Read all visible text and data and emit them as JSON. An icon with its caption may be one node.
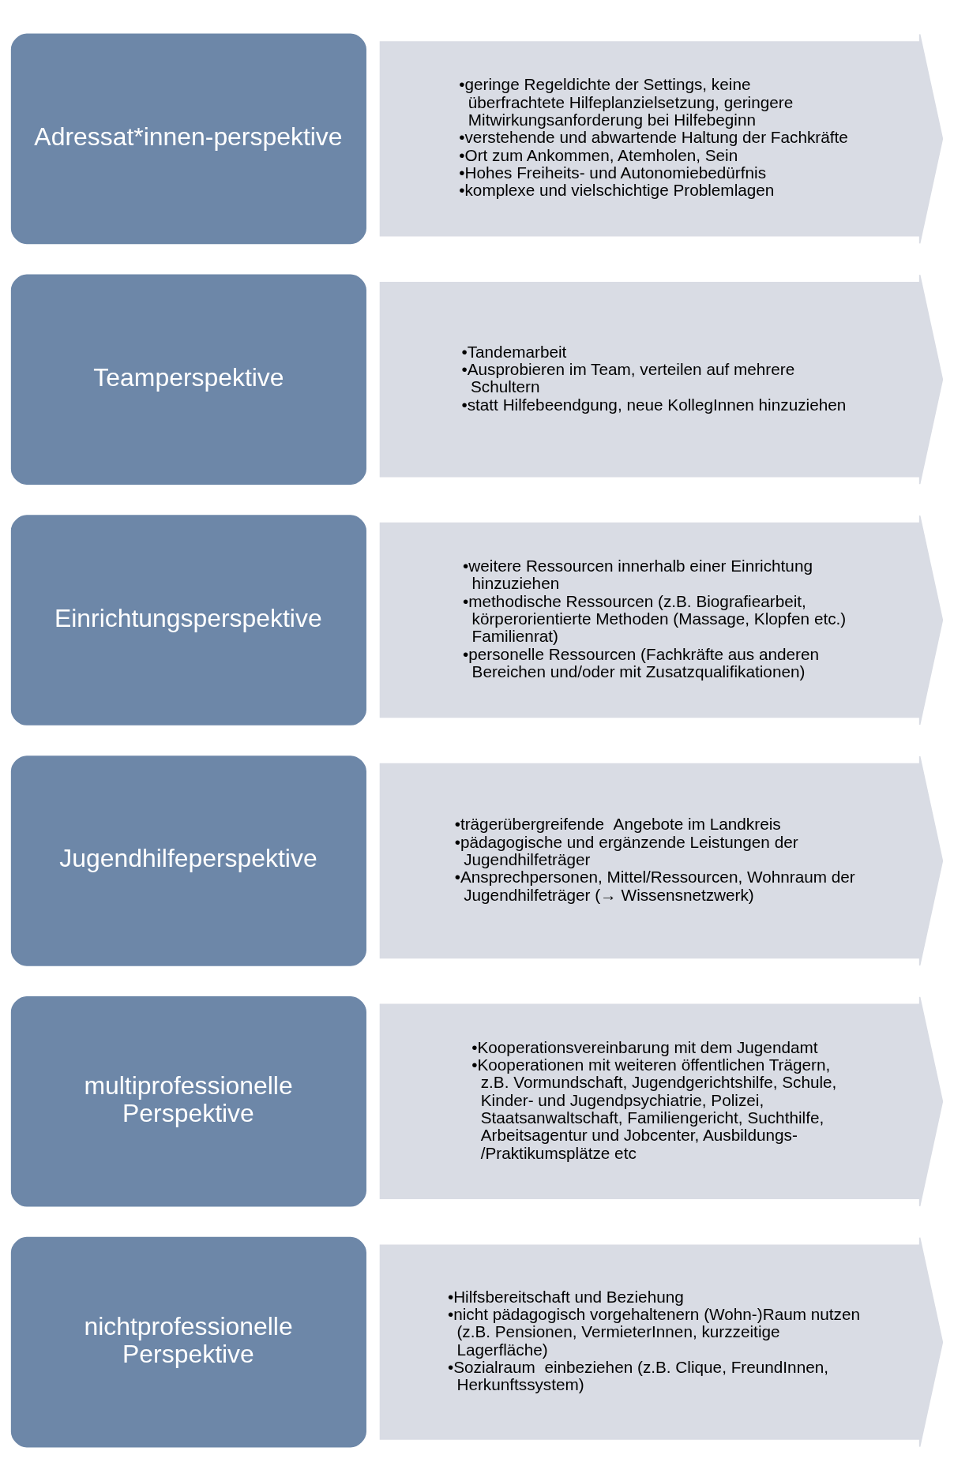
{
  "diagram": {
    "nodes": [
      {
        "text": [
          "Adressat*innen-perspektive"
        ]
      },
      {
        "text": [
          "•geringe Regeldichte der Settings, keine überfrachtete Hilfeplanzielsetzung, geringere Mitwirkungsanforderung bei Hilfebeginn",
          "•verstehende und abwartende Haltung der Fachkräfte",
          "•Ort zum Ankommen, Atemholen, Sein",
          "•Hohes Freiheits- und Autonomiebedürfnis",
          "•komplexe und vielschichtige Problemlagen"
        ]
      },
      {
        "text": [
          "Teamperspektive"
        ]
      },
      {
        "text": [
          "•Tandemarbeit",
          "•Ausprobieren im Team, verteilen auf mehrere Schultern",
          "•statt Hilfebeendgung, neue KollegInnen hinzuziehen"
        ]
      },
      {
        "text": [
          "Einrichtungsperspektive"
        ]
      },
      {
        "text": [
          "•weitere Ressourcen innerhalb einer Einrichtung hinzuziehen",
          "•methodische Ressourcen (z.B. Biografiearbeit, körperorientierte Methoden (Massage, Klopfen etc.) Familienrat)",
          "•personelle Ressourcen (Fachkräfte aus anderen Bereichen und/oder mit Zusatzqualifikationen)"
        ]
      },
      {
        "text": [
          "Jugendhilfeperspektive"
        ]
      },
      {
        "text": [
          "•trägerübergreifende  Angebote im Landkreis",
          "•pädagogische und ergänzende Leistungen der Jugendhilfeträger",
          "•Ansprechpersonen, Mittel/Ressourcen, Wohnraum der Jugendhilfeträger (→ Wissensnetzwerk)"
        ]
      },
      {
        "text": [
          "multiprofessionelle Perspektive"
        ]
      },
      {
        "text": [
          "•Kooperationsvereinbarung mit dem Jugendamt",
          "•Kooperationen mit weiteren öffentlichen Trägern, z.B. Vormundschaft, Jugendgerichtshilfe, Schule, Kinder- und Jugendpsychiatrie, Polizei, Staatsanwaltschaft, Familiengericht, Suchthilfe, Arbeitsagentur und Jobcenter, Ausbildungs- /Praktikumsplätze etc"
        ]
      },
      {
        "text": [
          "nichtprofessionelle Perspektive"
        ]
      },
      {
        "text": [
          "•Hilfsbereitschaft und Beziehung",
          "•nicht pädagogisch vorgehaltenern (Wohn-)Raum nutzen (z.B. Pensionen, VermieterInnen, kurzzeitige Lagerfläche)",
          "•Sozialraum  einbeziehen (z.B. Clique, FreundInnen, Herkunftssystem)"
        ]
      }
    ]
  }
}
